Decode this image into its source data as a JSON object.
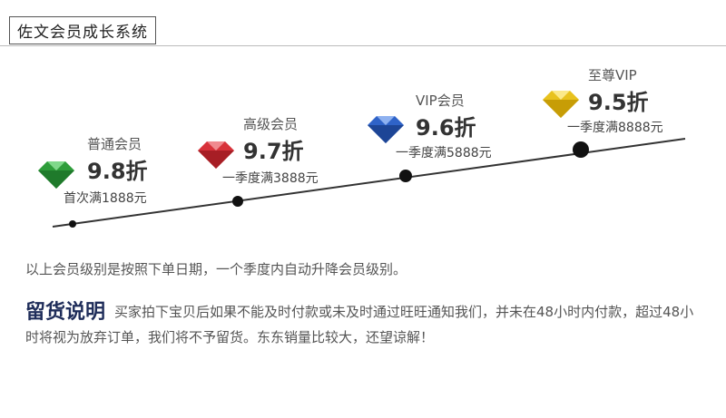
{
  "header": {
    "title": "佐文会员成长系统"
  },
  "tiers": [
    {
      "name": "普通会员",
      "discount": "9.8折",
      "condition": "首次满1888元",
      "gem_color": "#2e9d3a",
      "gem_icon": "green-diamond-icon"
    },
    {
      "name": "高级会员",
      "discount": "9.7折",
      "condition": "一季度满3888元",
      "gem_color": "#d8323a",
      "gem_icon": "red-diamond-icon"
    },
    {
      "name": "VIP会员",
      "discount": "9.6折",
      "condition": "一季度满5888元",
      "gem_color": "#2f63c8",
      "gem_icon": "blue-diamond-icon"
    },
    {
      "name": "至尊VIP",
      "discount": "9.5折",
      "condition": "一季度满8888元",
      "gem_color": "#e8c21e",
      "gem_icon": "yellow-diamond-icon"
    }
  ],
  "note": "以上会员级别是按照下单日期，一个季度内自动升降会员级别。",
  "notice": {
    "heading": "留货说明",
    "text": "买家拍下宝贝后如果不能及时付款或未及时通过旺旺通知我们，并未在48小时内付款，超过48小时将视为放弃订单，我们将不予留货。东东销量比较大，还望谅解！"
  }
}
